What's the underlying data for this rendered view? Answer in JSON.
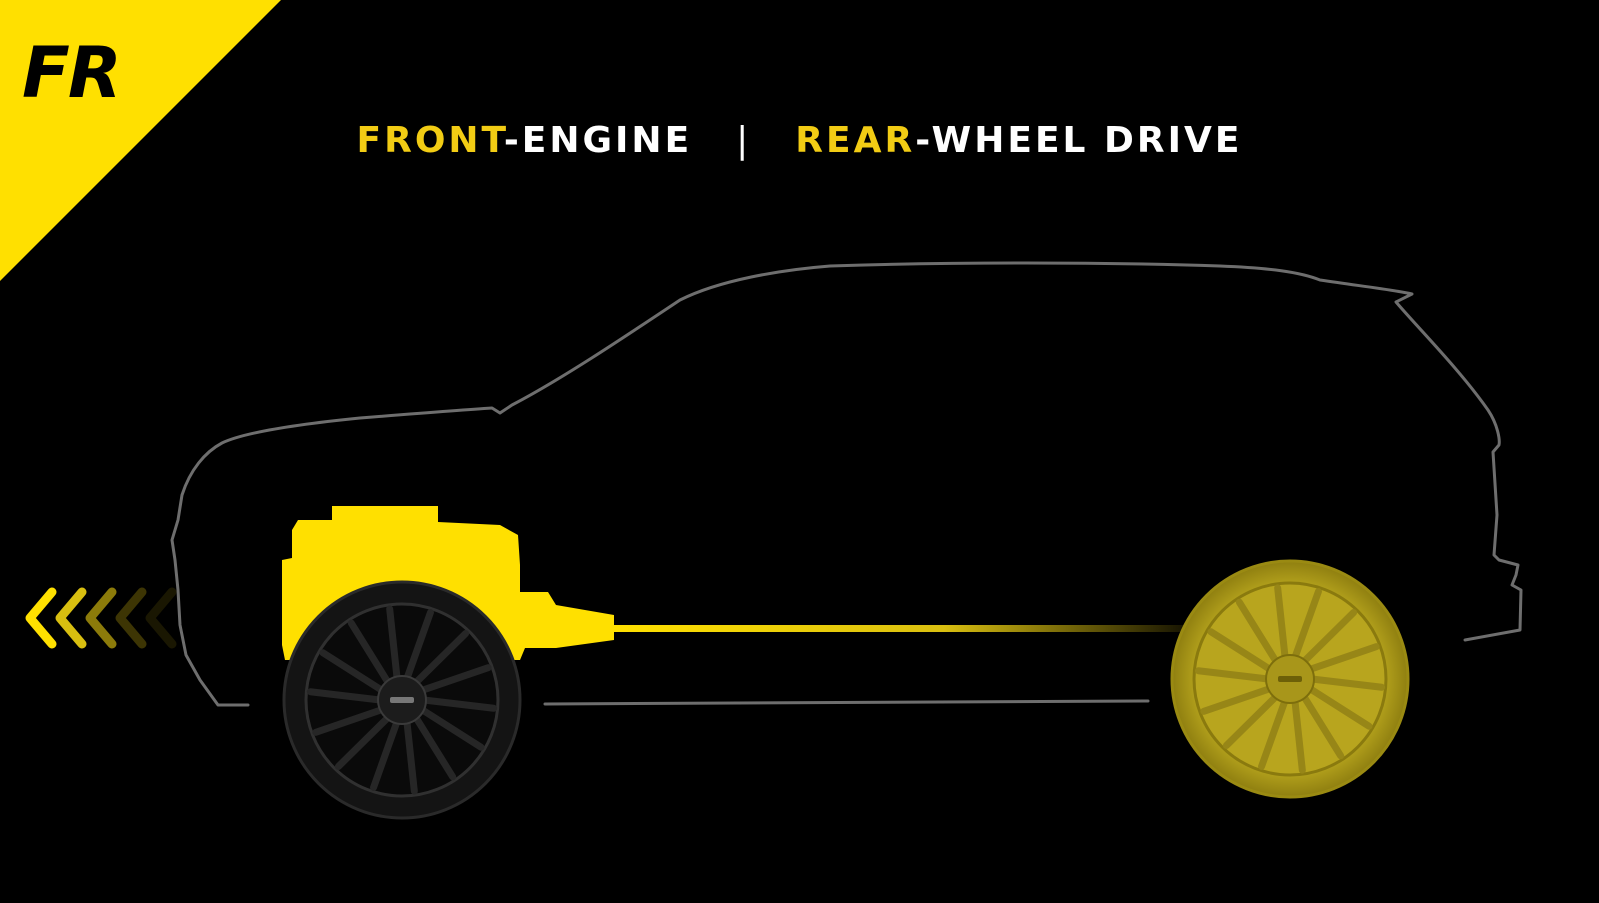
{
  "badge": {
    "label": "FR",
    "color": "#ffe000"
  },
  "headline": {
    "front_highlight": "FRONT",
    "front_rest": "-ENGINE",
    "separator": "|",
    "rear_highlight": "REAR",
    "rear_rest": "-WHEEL DRIVE"
  },
  "colors": {
    "background": "#000000",
    "accent_text": "#f2cc14",
    "engine_yellow": "#ffe000",
    "outline_gray": "#6e6e6e",
    "driven_wheel": "#b5a41d",
    "tire_black": "#141414"
  },
  "icons": {
    "direction": "chevron-left-icon",
    "engine": "engine-icon",
    "front_wheel": "wheel-icon",
    "rear_wheel": "wheel-icon"
  },
  "direction_chevrons": 5,
  "wheel_spokes": 14
}
